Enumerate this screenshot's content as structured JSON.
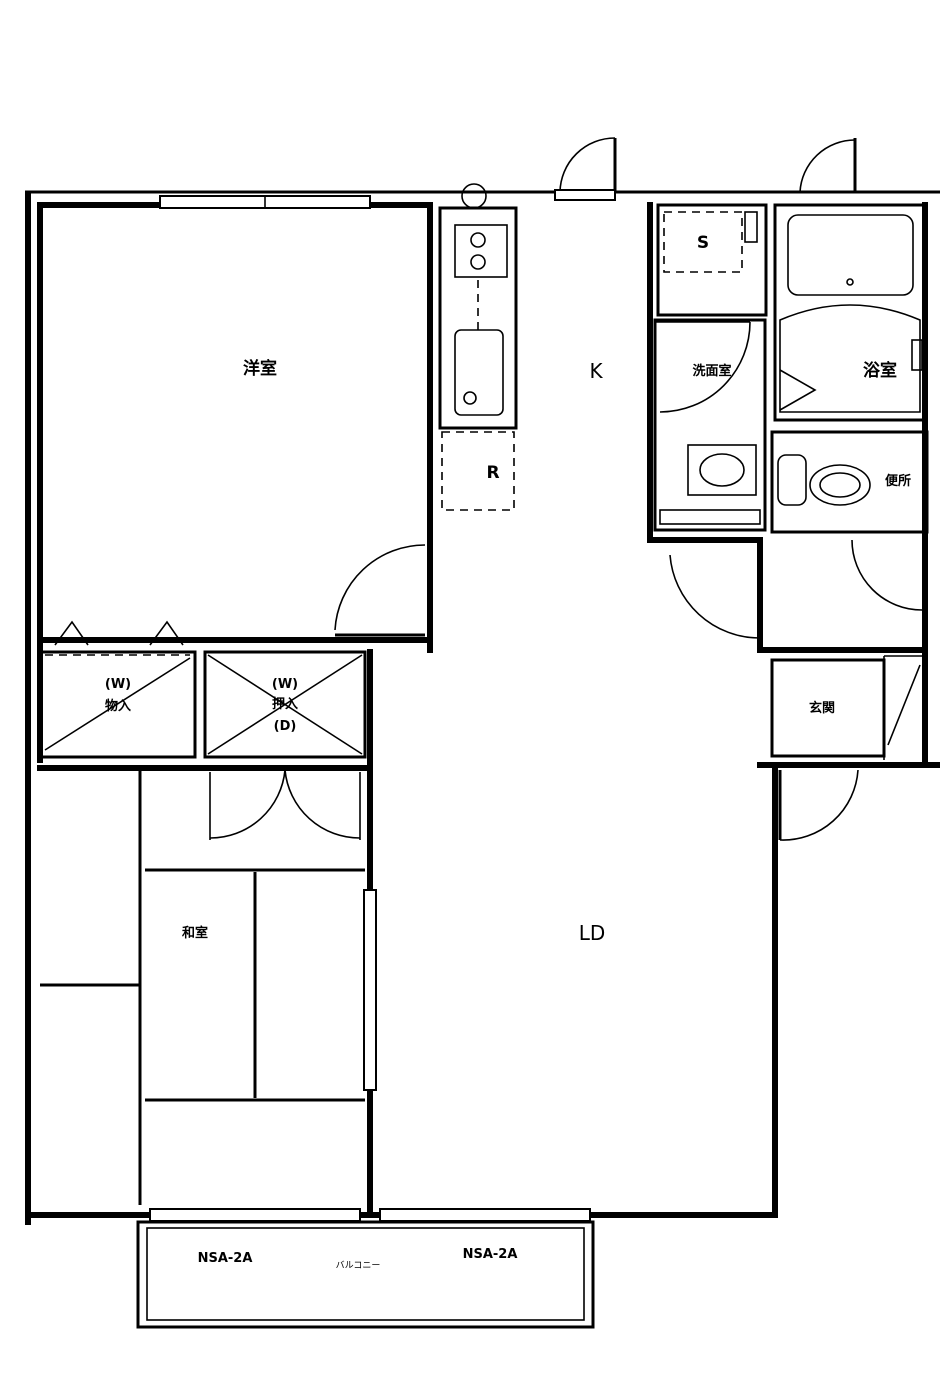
{
  "rooms": {
    "western": "洋室",
    "kitchen": "K",
    "refrigerator": "R",
    "storage_s": "S",
    "washroom": "洗面室",
    "bath": "浴室",
    "toilet": "便所",
    "entrance": "玄関",
    "japanese": "和室",
    "living_dining": "LD",
    "closet_left_top": "(W)",
    "closet_left_label": "物入",
    "closet_right_top": "(W)",
    "closet_right_label": "押入",
    "closet_right_bottom": "(D)"
  },
  "balcony": {
    "label": "バルコニー",
    "sash_left": "NSA-2A",
    "sash_right": "NSA-2A"
  }
}
